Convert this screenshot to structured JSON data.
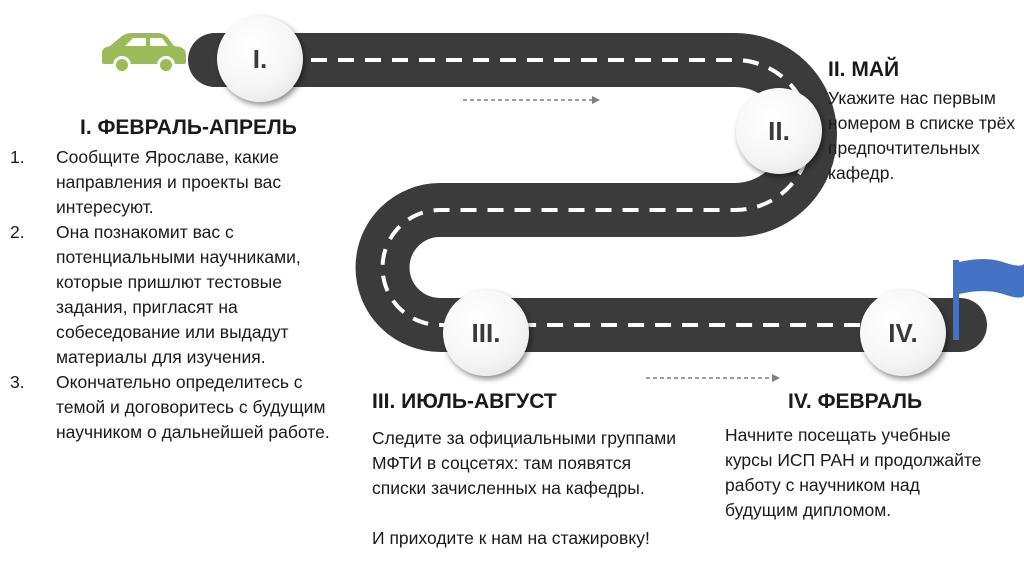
{
  "milestones": [
    {
      "label": "I."
    },
    {
      "label": "II."
    },
    {
      "label": "III."
    },
    {
      "label": "IV."
    }
  ],
  "stage1": {
    "title": "I. ФЕВРАЛЬ-АПРЕЛЬ",
    "items": [
      {
        "num": "1.",
        "text": "Сообщите Ярославе, какие направления и проекты вас интересуют."
      },
      {
        "num": "2.",
        "text": "Она познакомит вас с потенциальными научниками, которые пришлют тестовые задания, пригласят на собеседование или выдадут материалы для изучения."
      },
      {
        "num": "3.",
        "text": "Окончательно определитесь с темой и договоритесь с будущим научником о дальнейшей работе."
      }
    ]
  },
  "stage2": {
    "title": "II. МАЙ",
    "text": "Укажите нас первым номером в списке трёх предпочтительных кафедр."
  },
  "stage3": {
    "title": "III. ИЮЛЬ-АВГУСТ",
    "text": "Следите за официальными группами МФТИ в соцсетях: там появятся списки зачисленных на кафедры.",
    "text2": "И приходите к нам на стажировку!"
  },
  "stage4": {
    "title": "IV. ФЕВРАЛЬ",
    "text": "Начните посещать учебные курсы ИСП РАН и продолжайте работу с научником над будущим дипломом."
  },
  "colors": {
    "road": "#3b3b3b",
    "road_marking": "#ffffff",
    "car": "#9bbb59",
    "flag": "#4472c4",
    "arrow": "#7f7f7f"
  },
  "icons": [
    "car-icon",
    "flag-icon",
    "arrow-icon"
  ]
}
